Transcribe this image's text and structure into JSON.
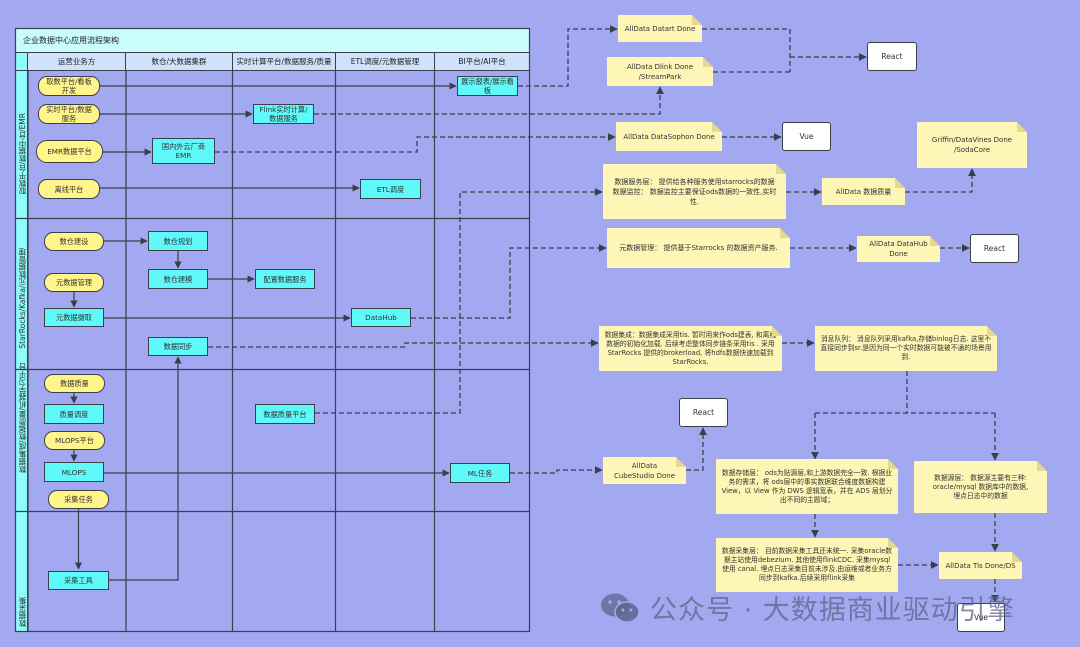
{
  "swimlane": {
    "title": "企业数据中心应用流程架构",
    "columns": [
      "运营业务方",
      "数仓/大数据集群",
      "实时计算平台/数据服务/质量",
      "ETL调度/元数据管理",
      "BI平台/AI平台"
    ],
    "lanes": [
      "取数平台/数据中台/EMR",
      "StarRocks/Kafka/元数据管理",
      "数据集成/数据质量/机器学习平台",
      "数据采集"
    ]
  },
  "nodes": {
    "qushu": "取数平台/看板开发",
    "shishi": "实时平台/数据服务",
    "emr_platform": "EMR数据平台",
    "lixian": "离线平台",
    "zhanshi": "展示报表/展示看板",
    "flink": "Flink实时计算/数据服务",
    "cloud_emr": "国内外云厂商EMR",
    "etl": "ETL调度",
    "shucang_jianshe": "数仓建设",
    "yuanshuju_guanli": "元数据管理",
    "yuanshuju_sheqv": "元数据摄取",
    "shucang_guihua": "数仓规划",
    "shucang_jianmo": "数仓建模",
    "peizhi": "配置数据服务",
    "datahub": "DataHub",
    "tongbu": "数据同步",
    "zhiliang": "数据质量",
    "zhiliang_diaodu": "质量调度",
    "mlops_platform": "MLOPS平台",
    "mlops": "MLOPS",
    "caiji_renwu": "采集任务",
    "zhiliang_platform": "数据质量平台",
    "ml_task": "ML任务",
    "caiji_tool": "采集工具"
  },
  "notes": {
    "datart": "AllData Datart Done",
    "dlink": "AllData Dlink Done /StreamPark",
    "datasophon": "AllData DataSophon Done",
    "griffin": "Griffin/DataVines Done /SodaCore",
    "service_layer": "数据服务层： 提供给各种服务使用starrocks的数据\n数据监控： 数据监控主要保证ods数据的一致性,实时性.",
    "quality": "AllData 数据质量",
    "metadata": "元数据管理： 提供基于Starrocks 的数据资产服务.",
    "datahub": "AllData DataHub Done",
    "integration": "数据集成：数据集成采用tis. 暂时用来作ods建表, 和离线数据的初始化加载. 后续考虑整体同步链条采用tis . 采用StarRocks 提供的brokerload, 将hdfs数据快速加载到StarRocks.",
    "mq": "消息队列： 消息队列采用kafka,存储binlog日志. 这里不直接同步到sr.是因为同一个实时数据可能被不通的场景用到.",
    "cubestudio": "AllData CubeStudio Done",
    "storage": "数据存储层： ods为贴源层,和上游数据完全一致. 根据业务的需求，将 ods层中的事实数据联合维度数据构建 View，以 View 作为 DWS 逻辑宽表，并在 ADS 层划分出不同的主题域；",
    "source": "数据源层： 数据源主要有三种: oracle/mysql 数据库中的数据, 埋点日志中的数据",
    "collection": "数据采集层： 目前数据采集工具还未统一. 采集oracle数据主站使用debezium. 其他使用flinkCDC. 采集mysql使用 canal. 埋点日志采集目前未涉及.由运维或者业务方同步到kafka.后续采用flink采集",
    "tis": "AllData Tis Done/DS"
  },
  "frameworks": {
    "react1": "React",
    "vue1": "Vue",
    "react2": "React",
    "react3": "React",
    "vue2": "Vue"
  },
  "watermark": {
    "icon": "wechat-icon",
    "text": "公众号 · 大数据商业驱动引擎"
  },
  "colors": {
    "background": "#a3a9f0",
    "title_row": "#c9fcfb",
    "header_row": "#cfe2fb",
    "lane_bar": "#8ffbfb",
    "pill": "#fff58a",
    "process": "#5ff9f9",
    "note": "#fdf6b6",
    "line": "#3a3f4a"
  }
}
